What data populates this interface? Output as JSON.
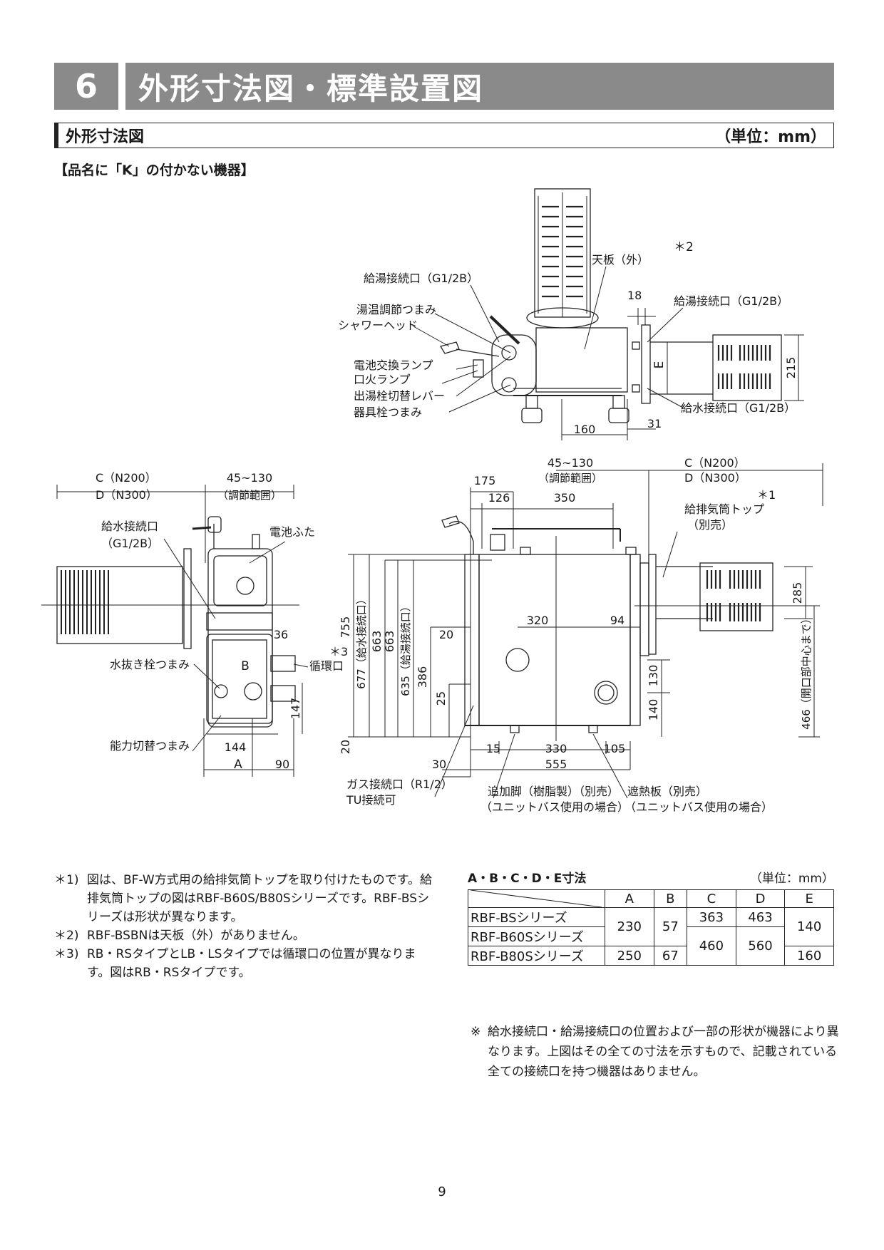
{
  "section": {
    "number": "6",
    "title": "外形寸法図・標準設置図"
  },
  "subheader": {
    "title": "外形寸法図",
    "unit": "（単位：mm）"
  },
  "model_note": "【品名に「K」の付かない機器】",
  "top_view": {
    "labels": {
      "star2": "＊2",
      "tenban": "天板（外）",
      "kyuto_left": "給湯接続口（G1/2B）",
      "yuon": "湯温調節つまみ",
      "shower": "シャワーヘッド",
      "battery_lamp": "電池交換ランプ",
      "pilot_lamp": "口火ランプ",
      "lever": "出湯栓切替レバー",
      "kigu": "器具栓つまみ",
      "kyuto_right": "給湯接続口（G1/2B）",
      "kyusui": "給水接続口（G1/2B）",
      "E": "E"
    },
    "dims": {
      "d18": "18",
      "d215": "215",
      "d160": "160",
      "d31": "31"
    }
  },
  "side_view": {
    "labels": {
      "C": "C（N200）",
      "D": "D（N300）",
      "adj": "45~130",
      "adj_note": "（調節範囲）",
      "kyusui": "給水接続口",
      "kyusui2": "（G1/2B）",
      "battery_cover": "電池ふた",
      "star3": "＊3",
      "junkan": "循環口",
      "mizunuki": "水抜き栓つまみ",
      "noryoku": "能力切替つまみ",
      "B": "B",
      "A": "A"
    },
    "dims": {
      "d36": "36",
      "d147": "147",
      "d144": "144",
      "d90": "90"
    }
  },
  "front_view": {
    "labels": {
      "adj": "45~130",
      "adj_note": "（調節範囲）",
      "C": "C（N200）",
      "D": "D（N300）",
      "star1": "＊1",
      "top": "給排気筒トップ",
      "betsubai": "（別売）",
      "kyusui_v": "677（給水接続口）",
      "kyuto_v": "635（給湯接続口）",
      "center_v": "466（開口部中心まで）",
      "gas": "ガス接続口（R1/2）",
      "tu": "TU接続可",
      "leg": "追加脚（樹脂製）（別売）",
      "leg_note": "（ユニットバス使用の場合）",
      "shield": "遮熱板（別売）",
      "shield_note": "（ユニットバス使用の場合）"
    },
    "dims": {
      "d175": "175",
      "d126": "126",
      "d350": "350",
      "d755": "755",
      "d663": "663",
      "d386": "386",
      "d25": "25",
      "d20a": "20",
      "d20b": "20",
      "d320": "320",
      "d94": "94",
      "d285": "285",
      "d130": "130",
      "d140": "140",
      "d15": "15",
      "d330": "330",
      "d105": "105",
      "d30": "30",
      "d555": "555"
    }
  },
  "notes": [
    {
      "mark": "＊1)",
      "text": "図は、BF-W方式用の給排気筒トップを取り付けたものです。給排気筒トップの図はRBF-B60S/B80Sシリーズです。RBF-BSシリーズは形状が異なります。"
    },
    {
      "mark": "＊2)",
      "text": "RBF-BSBNは天板（外）がありません。"
    },
    {
      "mark": "＊3)",
      "text": "RB・RSタイプとLB・LSタイプでは循環口の位置が異なります。図はRB・RSタイプです。"
    }
  ],
  "table": {
    "title": "A・B・C・D・E寸法",
    "unit": "（単位：mm）",
    "columns": [
      "A",
      "B",
      "C",
      "D",
      "E"
    ],
    "rows": [
      {
        "name": "RBF-BSシリーズ",
        "A": "230",
        "B": "57",
        "C": "363",
        "D": "463",
        "E": "140"
      },
      {
        "name": "RBF-B60Sシリーズ",
        "A": "230",
        "B": "57",
        "C": "460",
        "D": "560",
        "E": "140"
      },
      {
        "name": "RBF-B80Sシリーズ",
        "A": "250",
        "B": "67",
        "C": "460",
        "D": "560",
        "E": "160"
      }
    ]
  },
  "footnote": {
    "mark": "※",
    "text": "給水接続口・給湯接続口の位置および一部の形状が機器により異なります。上図はその全ての寸法を示すもので、記載されている全ての接続口を持つ機器はありません。"
  },
  "page_number": "9"
}
